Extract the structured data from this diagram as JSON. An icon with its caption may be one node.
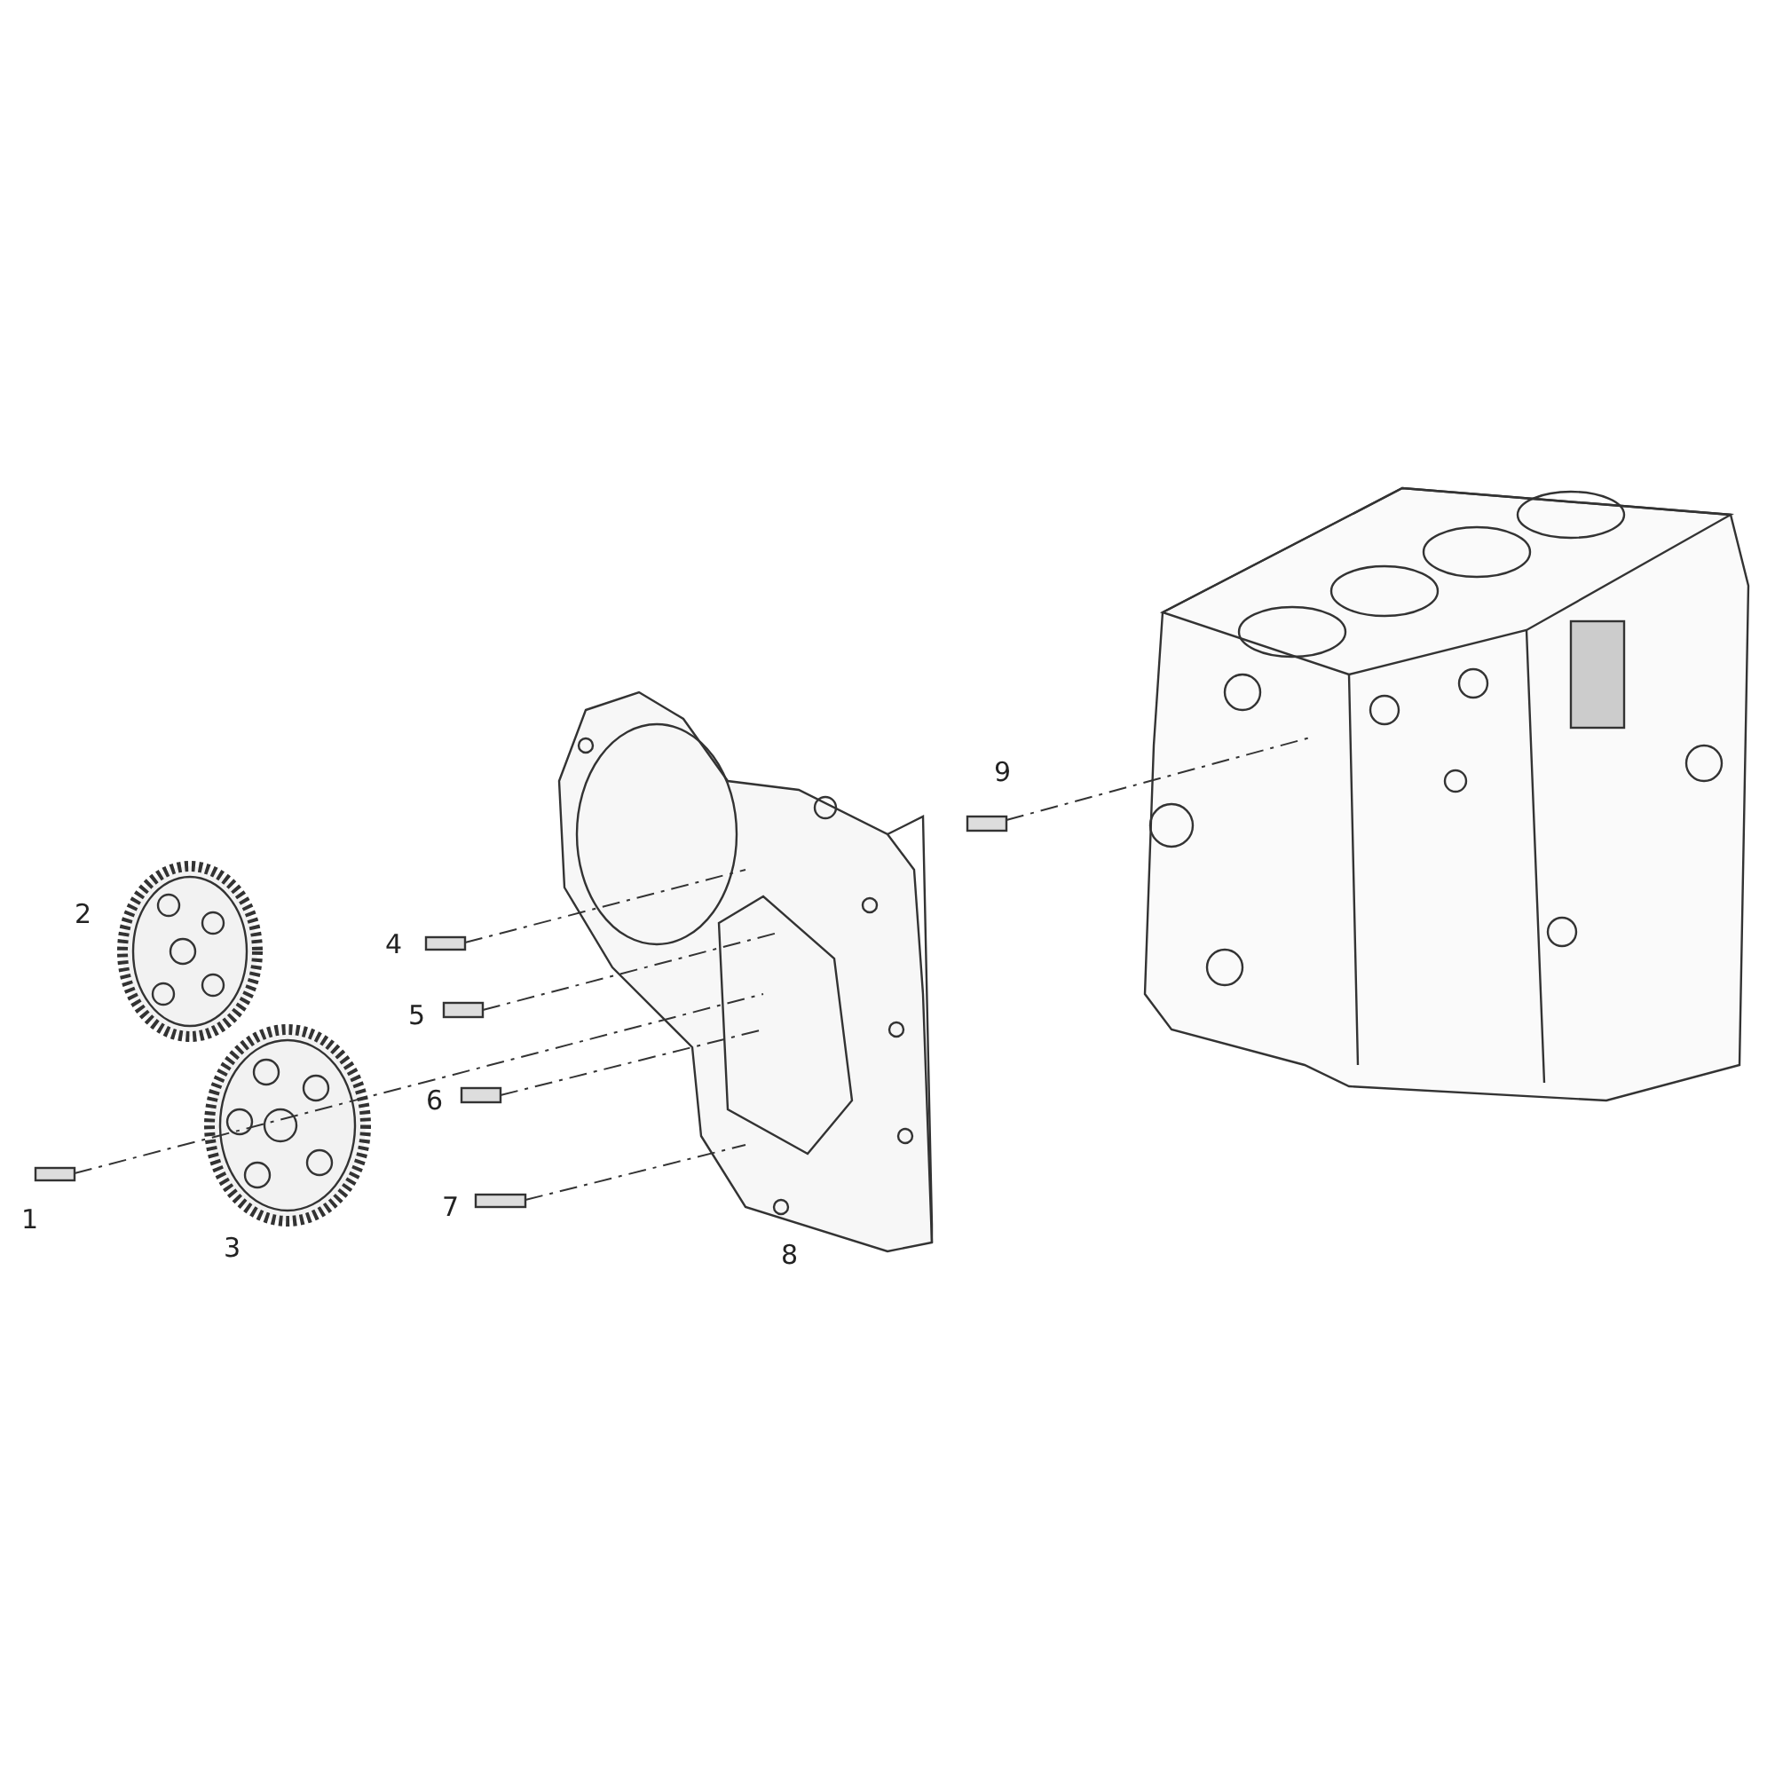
{
  "diagram": {
    "labels": [
      "9",
      "2",
      "4",
      "5",
      "6",
      "7",
      "1",
      "8",
      "3"
    ]
  }
}
